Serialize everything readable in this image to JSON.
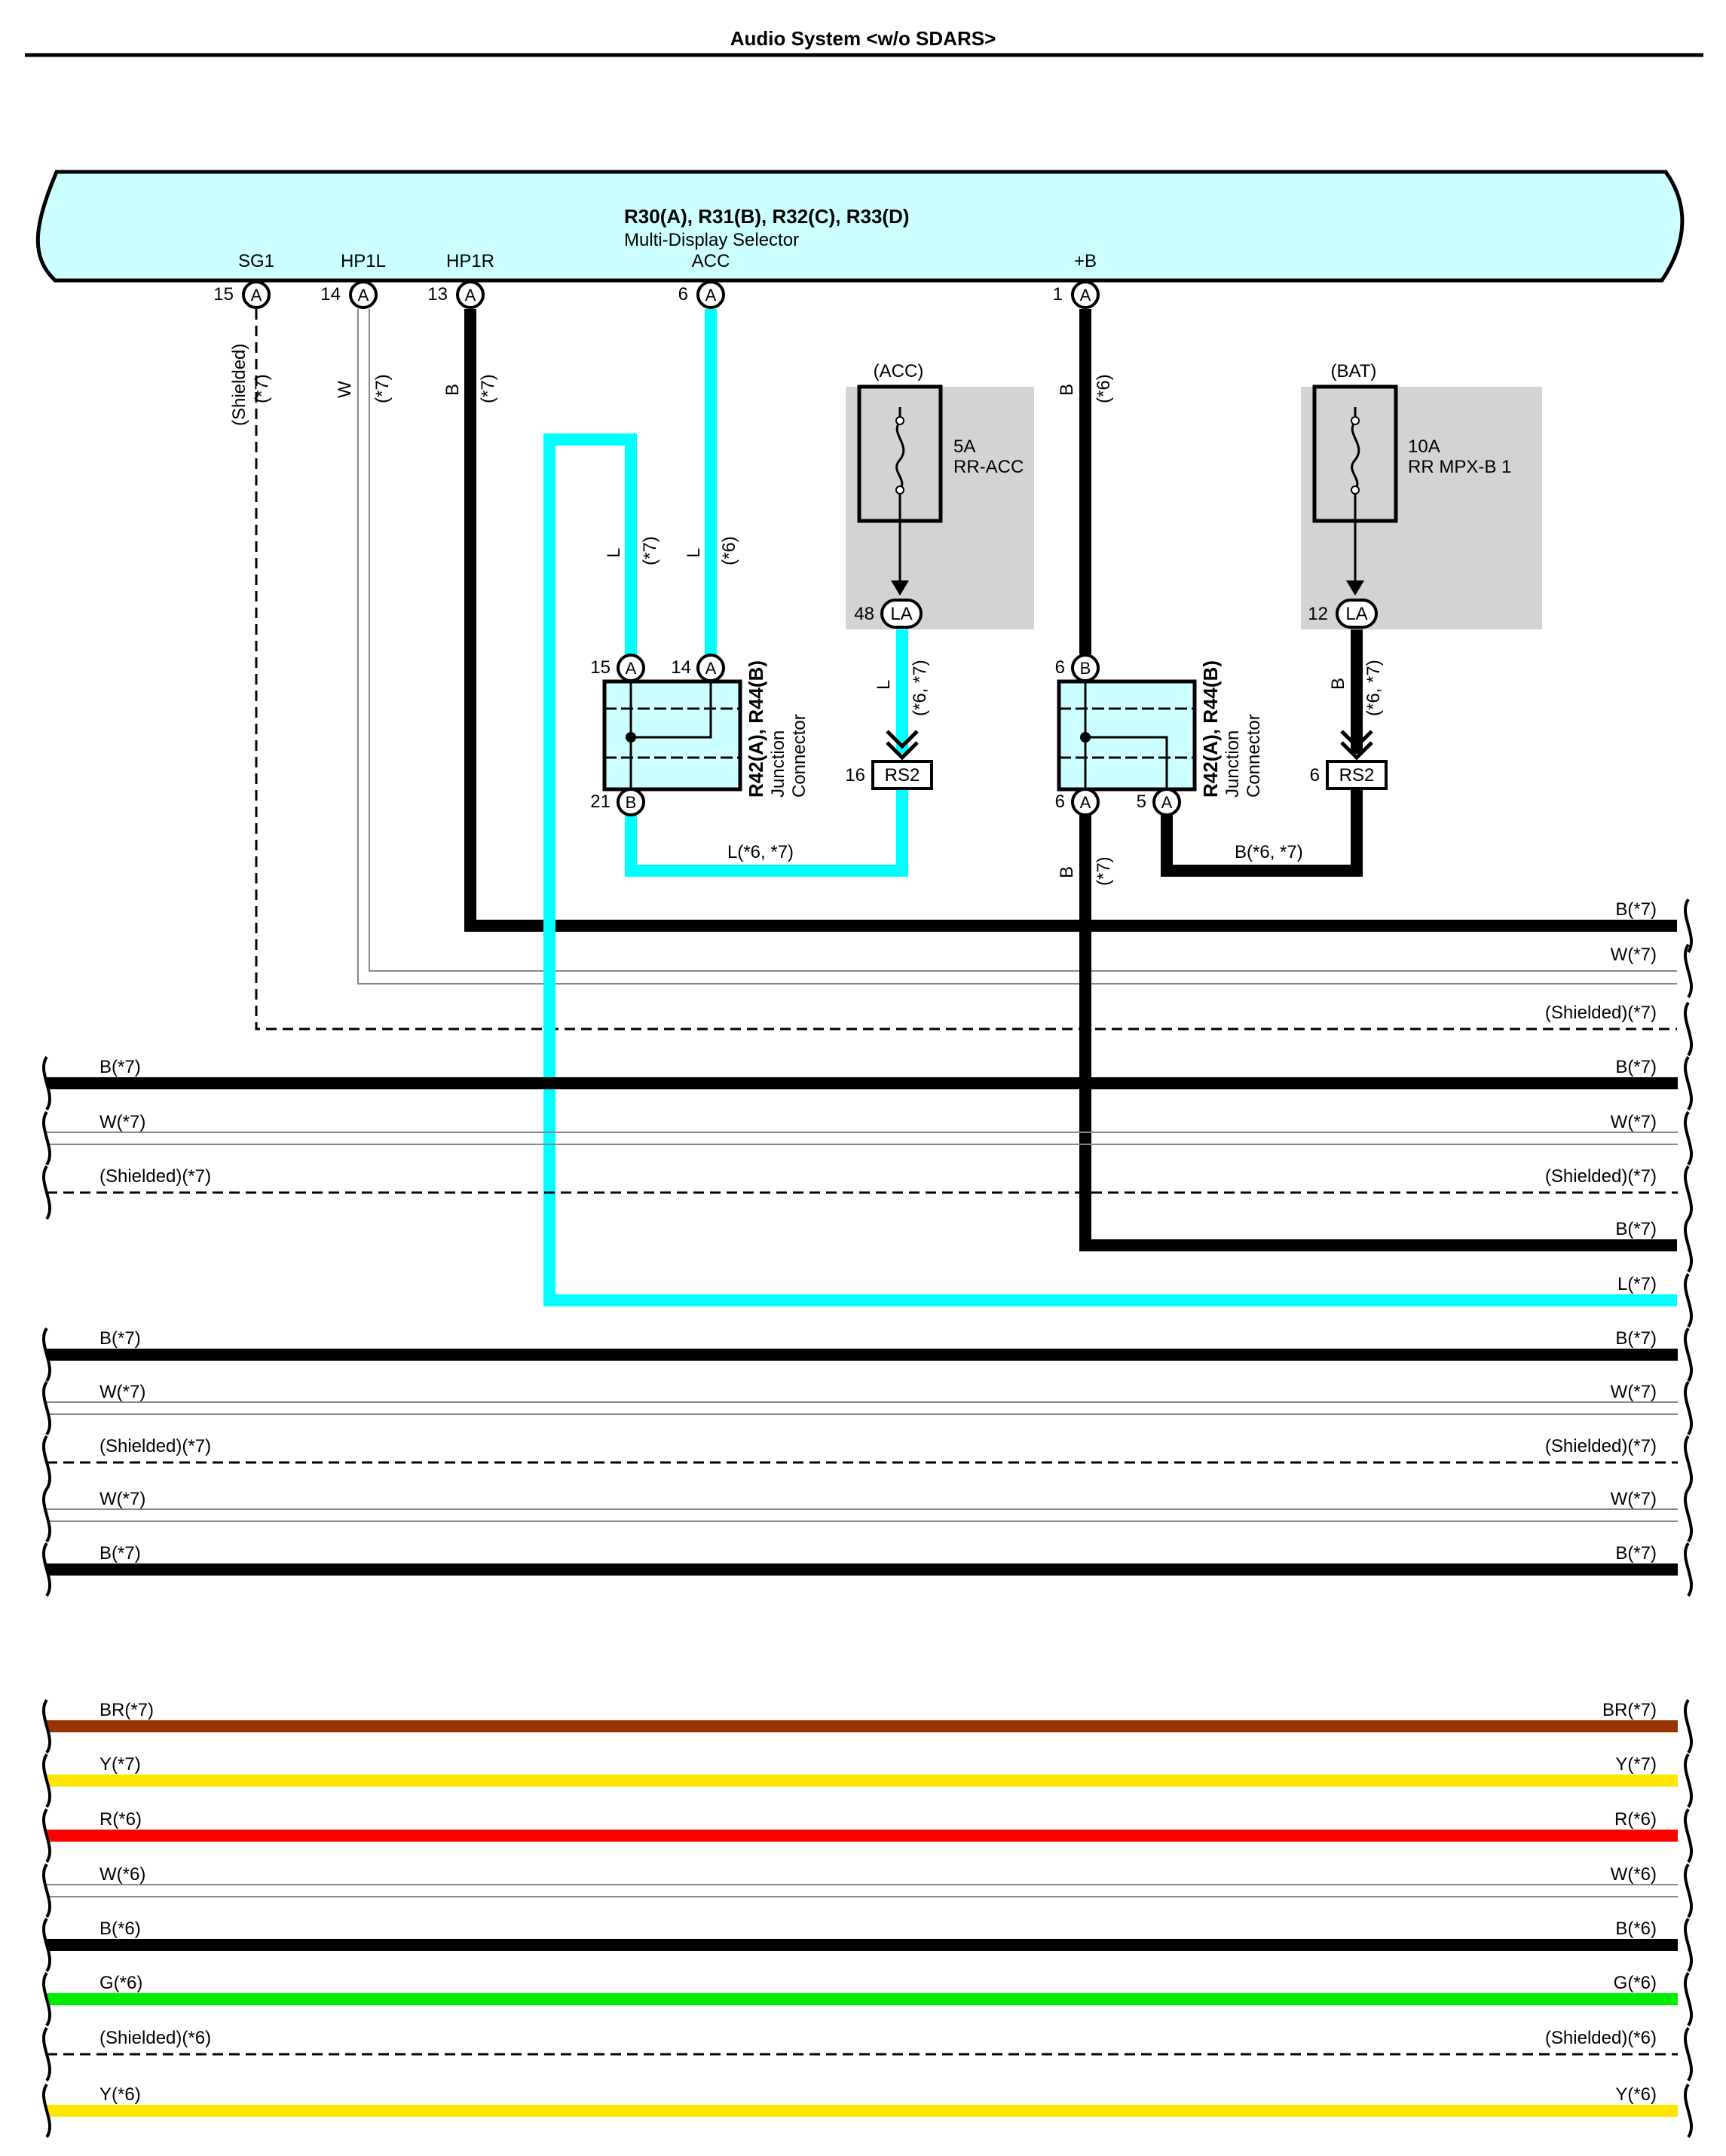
{
  "page": {
    "title": "Audio System <w/o SDARS>"
  },
  "component": {
    "codes": "R30(A), R31(B), R32(C), R33(D)",
    "name": "Multi-Display Selector"
  },
  "selector_pins": [
    {
      "terminal": "SG1",
      "pin": "15",
      "conn": "A"
    },
    {
      "terminal": "HP1L",
      "pin": "14",
      "conn": "A"
    },
    {
      "terminal": "HP1R",
      "pin": "13",
      "conn": "A"
    },
    {
      "terminal": "ACC",
      "pin": "6",
      "conn": "A"
    },
    {
      "terminal": "+B",
      "pin": "1",
      "conn": "A"
    }
  ],
  "wire_labels": {
    "sg1_color": "(Shielded)",
    "sg1_note": "(*7)",
    "hp1l_color": "W",
    "hp1l_note": "(*7)",
    "hp1r_color": "B",
    "hp1r_note": "(*7)",
    "pb_color": "B",
    "pb_note": "(*6)",
    "l_left_color": "L",
    "l_left_note": "(*7)",
    "acc_color": "L",
    "acc_note": "(*6)",
    "fuse1_wire_color": "L",
    "fuse1_wire_note": "(*6, *7)",
    "fuse2_wire_color": "B",
    "fuse2_wire_note": "(*6, *7)",
    "jc2_down_color": "B",
    "jc2_down_note": "(*7)",
    "jc1_bottom": "L(*6, *7)",
    "jc2_bottom": "B(*6, *7)"
  },
  "fuses": [
    {
      "supply": "(ACC)",
      "rating": "5A",
      "name": "RR-ACC",
      "pin": "48",
      "conn": "LA",
      "connector": "RS2",
      "conn_pin": "16"
    },
    {
      "supply": "(BAT)",
      "rating": "10A",
      "name": "RR MPX-B 1",
      "pin": "12",
      "conn": "LA",
      "connector": "RS2",
      "conn_pin": "6"
    }
  ],
  "junctions": [
    {
      "code": "R42(A), R44(B)",
      "name_1": "Junction",
      "name_2": "Connector",
      "pin_top_1": "15",
      "conn_top_1": "A",
      "pin_top_2": "14",
      "conn_top_2": "A",
      "pin_bot_1": "21",
      "conn_bot_1": "B",
      "pin_bot_2": "",
      "conn_bot_2": ""
    },
    {
      "code": "R42(A), R44(B)",
      "name_1": "Junction",
      "name_2": "Connector",
      "pin_top_1": "6",
      "conn_top_1": "B",
      "pin_top_2": "",
      "conn_top_2": "",
      "pin_bot_1": "6",
      "conn_bot_1": "A",
      "pin_bot_2": "5",
      "conn_bot_2": "A"
    }
  ],
  "lines": [
    {
      "left": "",
      "right": "B(*7)",
      "color": "#000000",
      "style": "thick"
    },
    {
      "left": "",
      "right": "W(*7)",
      "color": "#888888",
      "style": "thin"
    },
    {
      "left": "",
      "right": "(Shielded)(*7)",
      "color": "#000000",
      "style": "dashed"
    },
    {
      "left": "B(*7)",
      "right": "B(*7)",
      "color": "#000000",
      "style": "thick"
    },
    {
      "left": "W(*7)",
      "right": "W(*7)",
      "color": "#888888",
      "style": "thin"
    },
    {
      "left": "(Shielded)(*7)",
      "right": "(Shielded)(*7)",
      "color": "#000000",
      "style": "dashed"
    },
    {
      "left": "",
      "right": "B(*7)",
      "color": "#000000",
      "style": "thick"
    },
    {
      "left": "",
      "right": "L(*7)",
      "color": "#00ffff",
      "style": "thick"
    },
    {
      "left": "B(*7)",
      "right": "B(*7)",
      "color": "#000000",
      "style": "thick"
    },
    {
      "left": "W(*7)",
      "right": "W(*7)",
      "color": "#888888",
      "style": "thin"
    },
    {
      "left": "(Shielded)(*7)",
      "right": "(Shielded)(*7)",
      "color": "#000000",
      "style": "dashed"
    },
    {
      "left": "W(*7)",
      "right": "W(*7)",
      "color": "#888888",
      "style": "thin"
    },
    {
      "left": "B(*7)",
      "right": "B(*7)",
      "color": "#000000",
      "style": "thick"
    },
    {
      "left": "BR(*7)",
      "right": "BR(*7)",
      "color": "#993300",
      "style": "thick"
    },
    {
      "left": "Y(*7)",
      "right": "Y(*7)",
      "color": "#ffe600",
      "style": "thick"
    },
    {
      "left": "R(*6)",
      "right": "R(*6)",
      "color": "#ff0000",
      "style": "thick"
    },
    {
      "left": "W(*6)",
      "right": "W(*6)",
      "color": "#888888",
      "style": "thin"
    },
    {
      "left": "B(*6)",
      "right": "B(*6)",
      "color": "#000000",
      "style": "thick"
    },
    {
      "left": "G(*6)",
      "right": "G(*6)",
      "color": "#00ee00",
      "style": "thick"
    },
    {
      "left": "(Shielded)(*6)",
      "right": "(Shielded)(*6)",
      "color": "#000000",
      "style": "dashed"
    },
    {
      "left": "Y(*6)",
      "right": "Y(*6)",
      "color": "#ffe600",
      "style": "thick"
    }
  ],
  "colors": {
    "component_fill": "#ccffff",
    "fuse_box_fill": "#d3d3d3",
    "wire_black": "#000000",
    "wire_cyan": "#00ffff"
  }
}
